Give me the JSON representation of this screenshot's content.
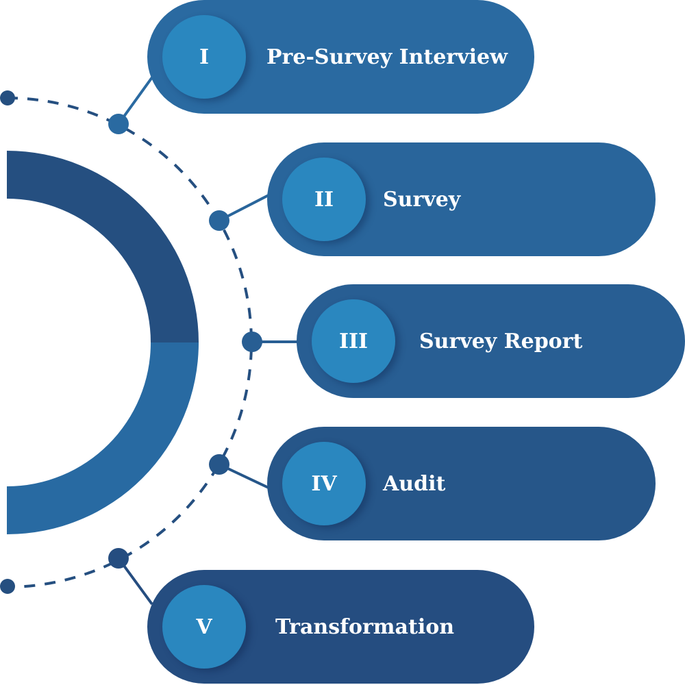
{
  "steps": [
    {
      "numeral": "I",
      "label": "Pre-Survey Interview",
      "color": "#2a6aa1"
    },
    {
      "numeral": "II",
      "label": "Survey",
      "color": "#29659b"
    },
    {
      "numeral": "III",
      "label": "Survey Report",
      "color": "#285e93"
    },
    {
      "numeral": "IV",
      "label": "Audit",
      "color": "#265689"
    },
    {
      "numeral": "V",
      "label": "Transformation",
      "color": "#254d80"
    }
  ],
  "colors": {
    "badge": "#2a87bf",
    "ring_upper": "#254f80",
    "ring_lower": "#286aa2",
    "dash": "#254f80"
  }
}
